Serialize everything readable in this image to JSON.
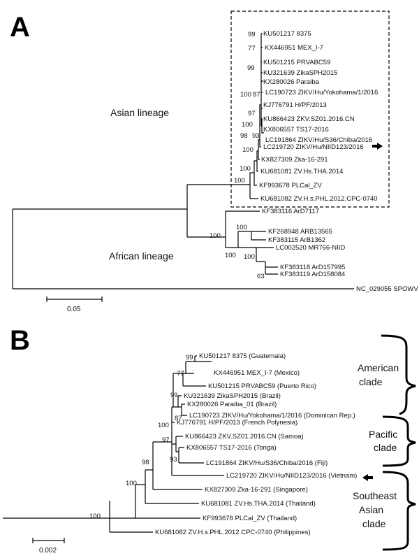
{
  "panel_a": {
    "letter": "A",
    "lineage_asian": "Asian lineage",
    "lineage_african": "African lineage",
    "scale_label": "0.05",
    "taxa": [
      "KU501217 8375",
      "KX446951 MEX_I-7",
      "KU501215 PRVABC59",
      "KU321639 ZikaSPH2015",
      "KX280026 Paraiba",
      "LC190723 ZIKV/Hu/Yokohama/1/2016",
      "KJ776791 H/PF/2013",
      "KU866423 ZKV.SZ01.2016.CN",
      "KX806557 TS17-2016",
      "LC191864 ZIKV/Hu/S36/Chiba/2016",
      "LC219720 ZIKV/Hu/NIID123/2016",
      "KX827309 Zka-16-291",
      "KU681081 ZV.Hs.THA.2014",
      "KF993678 PLCal_ZV",
      "KU681082 ZV.H.s.PHL.2012.CPC-0740",
      "KF383116 ArD7117",
      "KF268948 ARB13565",
      "KF383115 ArB1362",
      "LC002520 MR766-NIID",
      "KF383118 ArD157995",
      "KF383119 ArD158084",
      "NC_029055 SPOWV"
    ],
    "bootstrap": [
      "99",
      "77",
      "99",
      "100",
      "87",
      "97",
      "100",
      "98",
      "93",
      "100",
      "100",
      "100",
      "100",
      "100",
      "100",
      "63"
    ]
  },
  "panel_b": {
    "letter": "B",
    "clade_american": [
      "American",
      "clade"
    ],
    "clade_pacific": [
      "Pacific",
      "clade"
    ],
    "clade_sea": [
      "Southeast",
      "Asian",
      "clade"
    ],
    "scale_label": "0.002",
    "taxa": [
      "KU501217 8375 (Guatemala)",
      "KX446951 MEX_I-7 (Mexico)",
      "KU501215 PRVABC59 (Puerto Rico)",
      "KU321639 ZikaSPH2015 (Brazil)",
      "KX280026 Paraiba_01 (Brazil)",
      "LC190723 ZIKV/Hu/Yokohama/1/2016 (Dominican Rep.)",
      "KJ776791 H/PF/2013 (French Polynesia)",
      "KU866423 ZKV.SZ01.2016.CN (Samoa)",
      "KX806557 TS17-2016 (Tonga)",
      "LC191864 ZIKV/Hu/S36/Chiba/2016 (Fiji)",
      "LC219720 ZIKV/Hu/NIID123/2016 (Vietnam)",
      "KX827309 Zka-16-291 (Singapore)",
      "KU681081 ZV.Hs.THA.2014 (Thailand)",
      "KF993678 PLCal_ZV (Thailand)",
      "KU681082 ZV.H.s.PHL.2012.CPC-0740 (Philippines)"
    ],
    "bootstrap": [
      "99",
      "77",
      "99",
      "87",
      "100",
      "97",
      "93",
      "98",
      "100",
      "100"
    ]
  }
}
